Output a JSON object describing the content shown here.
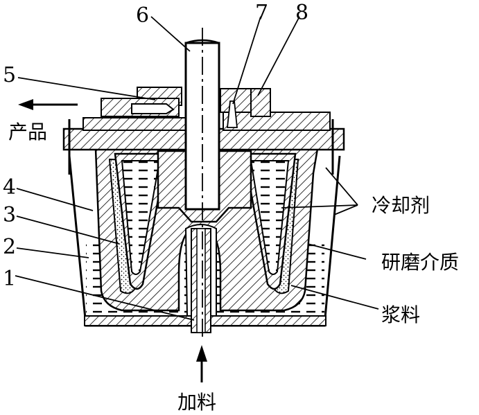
{
  "labels": {
    "n1": "1",
    "n2": "2",
    "n3": "3",
    "n4": "4",
    "n5": "5",
    "n6": "6",
    "n7": "7",
    "n8": "8",
    "product": "产品",
    "coolant": "冷却剂",
    "grinding_media": "研磨介质",
    "slurry": "浆料",
    "feed": "加料"
  },
  "colors": {
    "ink": "#000000",
    "paper": "#ffffff"
  }
}
